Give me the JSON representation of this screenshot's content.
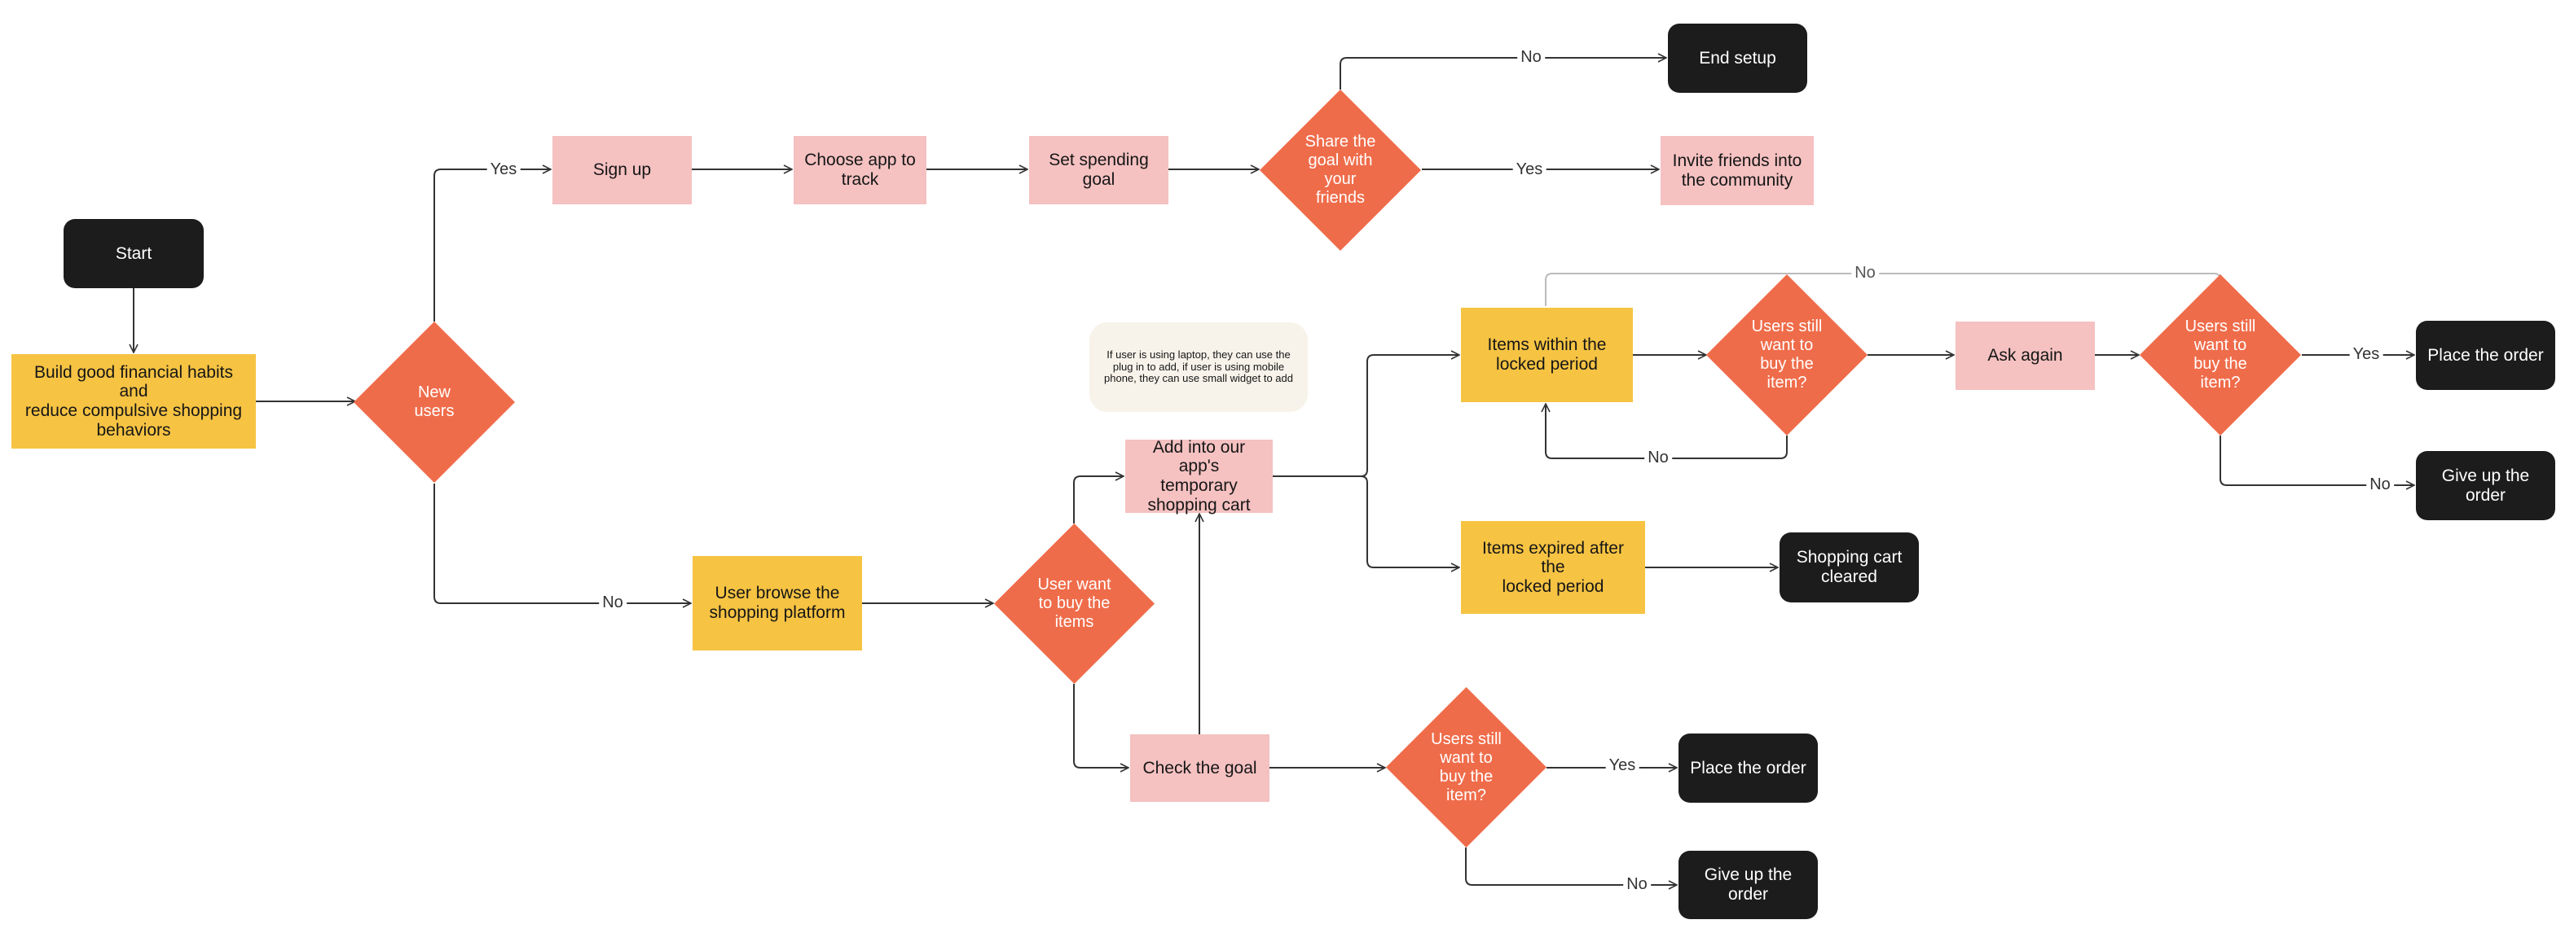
{
  "colors": {
    "terminal": "#1c1c1c",
    "process_yellow": "#f6c343",
    "process_pink": "#f5c1c1",
    "decision": "#ef6c4a",
    "note": "#f7f3ea",
    "wire": "#333333",
    "wire_light": "#bbbbbb"
  },
  "nodes": {
    "start": "Start",
    "build_habits": "Build good financial habits and\nreduce compulsive shopping\nbehaviors",
    "new_users": "New\nusers",
    "sign_up": "Sign up",
    "choose_app": "Choose app to\ntrack",
    "set_goal": "Set spending goal",
    "share_goal": "Share the\ngoal with\nyour\nfriends",
    "end_setup": "End setup",
    "invite_friends": "Invite friends into\nthe community",
    "browse_platform": "User browse the\nshopping platform",
    "want_to_buy": "User want\nto buy the\nitems",
    "add_to_cart": "Add into our app's\ntemporary\nshopping cart",
    "note_text": "If user is using laptop, they can use the\nplug in to add, if user is using mobile\nphone, they can use small widget to add",
    "items_locked": "Items within the\nlocked period",
    "still_want_1": "Users still\nwant to\nbuy the\nitem?",
    "ask_again": "Ask again",
    "still_want_2": "Users still\nwant to\nbuy the\nitem?",
    "place_order_1": "Place the order",
    "give_up_1": "Give up the order",
    "items_expired": "Items expired after the\nlocked period",
    "cart_cleared": "Shopping cart\ncleared",
    "check_goal": "Check the goal",
    "still_want_3": "Users still\nwant to\nbuy the\nitem?",
    "place_order_2": "Place the order",
    "give_up_2": "Give up the order"
  },
  "labels": {
    "yes_signup": "Yes",
    "no_browse": "No",
    "no_end": "No",
    "yes_invite": "Yes",
    "no_loop_top": "No",
    "no_loop_back": "No",
    "yes_place_1": "Yes",
    "no_giveup_1": "No",
    "yes_place_2": "Yes",
    "no_giveup_2": "No"
  }
}
